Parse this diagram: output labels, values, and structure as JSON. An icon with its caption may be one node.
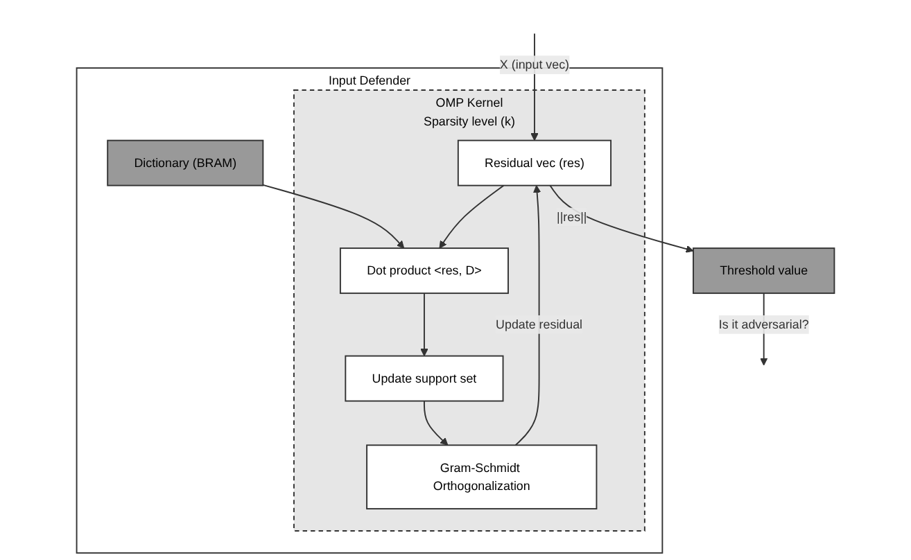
{
  "diagram": {
    "nodes": [
      {
        "text": [
          "Input Defender"
        ]
      },
      {
        "text": [
          "OMP Kernel",
          "Sparsity level (k)"
        ],
        "in": 0
      },
      {
        "text": [
          "Residual vec (res)"
        ],
        "in": 1
      },
      {
        "text": [
          "Dot product <res, D>"
        ],
        "in": 1
      },
      {
        "text": [
          "Update support set"
        ],
        "in": 1
      },
      {
        "text": [
          "Gram-Schmidt Orthogonalization"
        ],
        "in": 1
      },
      {
        "text": [
          "Dictionary (BRAM)"
        ],
        "in": 0
      },
      {
        "text": [
          "Threshold value"
        ]
      }
    ],
    "edges": [
      {
        "from": null,
        "to": 2,
        "arrow": "to",
        "label": "X (input vec)"
      },
      {
        "from": 6,
        "to": 3,
        "arrow": "to"
      },
      {
        "from": 2,
        "to": 3,
        "arrow": "to"
      },
      {
        "from": 3,
        "to": 4,
        "arrow": "to"
      },
      {
        "from": 4,
        "to": 5,
        "arrow": "to"
      },
      {
        "from": 5,
        "to": 2,
        "arrow": "to",
        "label": "Update residual"
      },
      {
        "from": 2,
        "to": 7,
        "arrow": "to",
        "label": "||res||"
      },
      {
        "from": 7,
        "to": null,
        "arrow": "to",
        "label": "Is it adversarial?"
      }
    ]
  }
}
